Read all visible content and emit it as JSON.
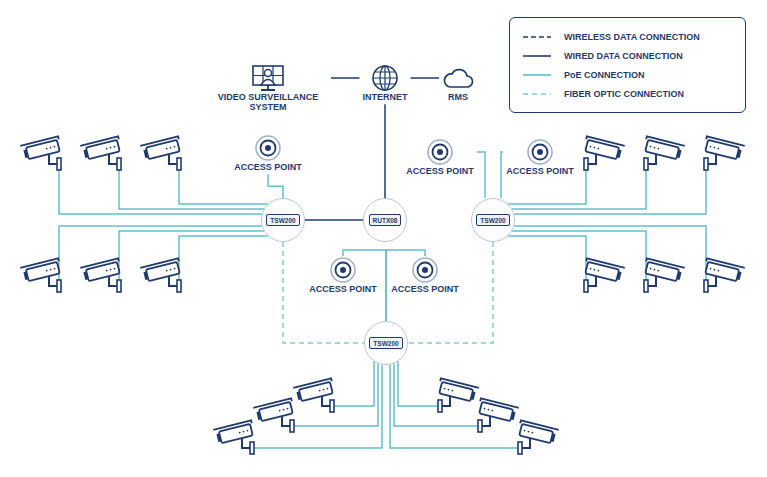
{
  "diagram": {
    "nodes": [
      {
        "text": [
          "VIDEO SURVEILLANCE SYSTEM"
        ]
      },
      {
        "text": [
          "INTERNET"
        ]
      },
      {
        "text": [
          "RMS"
        ]
      },
      {
        "text": [
          "ACCESS POINT"
        ]
      },
      {
        "text": [
          "ACCESS POINT"
        ]
      },
      {
        "text": [
          "ACCESS POINT"
        ]
      },
      {
        "text": [
          "TSW200"
        ]
      },
      {
        "text": [
          "RUTX08"
        ]
      },
      {
        "text": [
          "TSW200"
        ]
      },
      {
        "text": [
          "ACCESS POINT"
        ]
      },
      {
        "text": [
          "ACCESS POINT"
        ]
      },
      {
        "text": [
          "TSW200"
        ]
      }
    ],
    "edges": [
      {
        "from": 0,
        "to": 1,
        "arrow": "none"
      },
      {
        "from": 1,
        "to": 2,
        "arrow": "none"
      },
      {
        "from": 1,
        "to": 7,
        "arrow": "none"
      },
      {
        "from": 3,
        "to": 6,
        "arrow": "none"
      },
      {
        "from": 6,
        "to": 7,
        "arrow": "none"
      },
      {
        "from": 4,
        "to": 8,
        "arrow": "none"
      },
      {
        "from": 5,
        "to": 8,
        "arrow": "none"
      },
      {
        "from": 9,
        "to": 11,
        "arrow": "none"
      },
      {
        "from": 10,
        "to": 11,
        "arrow": "none"
      },
      {
        "from": 6,
        "to": 11,
        "arrow": "none"
      },
      {
        "from": 8,
        "to": 11,
        "arrow": "none"
      }
    ],
    "legend": [
      {
        "text": "WIRELESS DATA CONNECTION"
      },
      {
        "text": "WIRED DATA CONNECTION"
      },
      {
        "text": "PoE CONNECTION"
      },
      {
        "text": "FIBER OPTIC CONNECTION"
      }
    ]
  }
}
